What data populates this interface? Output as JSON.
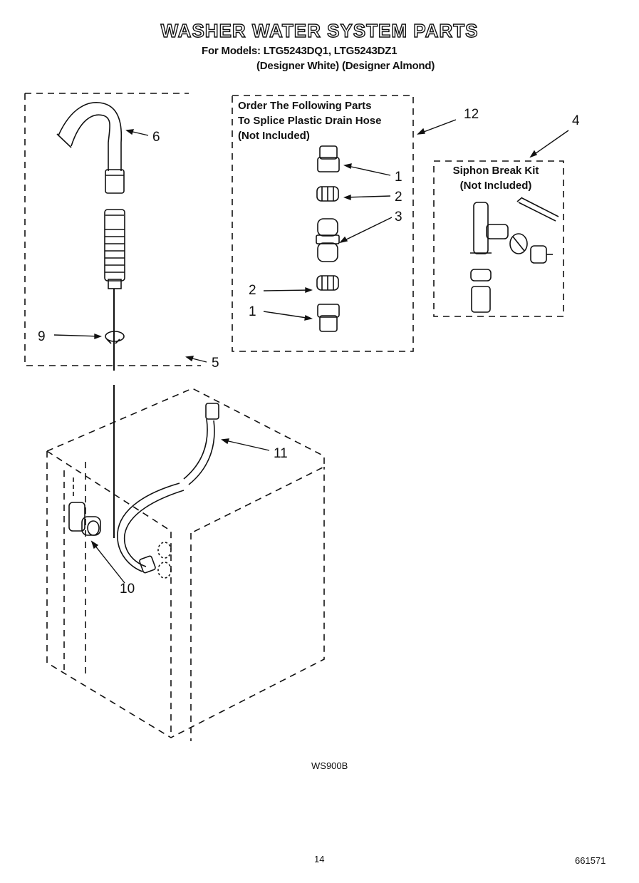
{
  "header": {
    "title": "WASHER WATER SYSTEM PARTS",
    "models_line": "For Models: LTG5243DQ1, LTG5243DZ1",
    "colors_line": "(Designer White) (Designer Almond)"
  },
  "splice_box": {
    "line1": "Order The Following Parts",
    "line2": "To Splice Plastic Drain Hose",
    "line3": "(Not Included)"
  },
  "siphon_box": {
    "line1": "Siphon Break Kit",
    "line2": "(Not Included)"
  },
  "callouts": {
    "c6": "6",
    "c12": "12",
    "c4": "4",
    "c1a": "1",
    "c2a": "2",
    "c3": "3",
    "c2b": "2",
    "c1b": "1",
    "c9": "9",
    "c5": "5",
    "c11": "11",
    "c10": "10"
  },
  "footer": {
    "figure_code": "WS900B",
    "page_number": "14",
    "doc_number": "661571"
  }
}
